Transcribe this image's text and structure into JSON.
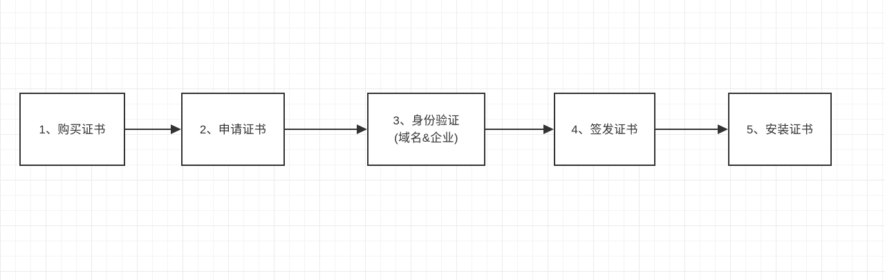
{
  "diagram": {
    "type": "flowchart",
    "orientation": "left-to-right",
    "background": "grid-paper",
    "colors": {
      "node_border": "#333333",
      "node_fill": "#ffffff",
      "text": "#333333",
      "arrow": "#333333",
      "grid_minor": "#f4f4f4",
      "grid_major": "#ebebeb",
      "canvas": "#ffffff"
    },
    "nodes": [
      {
        "id": "step-1",
        "label": "1、购买证书"
      },
      {
        "id": "step-2",
        "label": "2、申请证书"
      },
      {
        "id": "step-3",
        "label": "3、身份验证\n(域名&企业)"
      },
      {
        "id": "step-4",
        "label": "4、签发证书"
      },
      {
        "id": "step-5",
        "label": "5、安装证书"
      }
    ],
    "connectors": [
      {
        "id": "arrow-1-2",
        "from": "step-1",
        "to": "step-2",
        "style": "solid-arrow"
      },
      {
        "id": "arrow-2-3",
        "from": "step-2",
        "to": "step-3",
        "style": "solid-arrow"
      },
      {
        "id": "arrow-3-4",
        "from": "step-3",
        "to": "step-4",
        "style": "solid-arrow"
      },
      {
        "id": "arrow-4-5",
        "from": "step-4",
        "to": "step-5",
        "style": "solid-arrow"
      }
    ]
  }
}
